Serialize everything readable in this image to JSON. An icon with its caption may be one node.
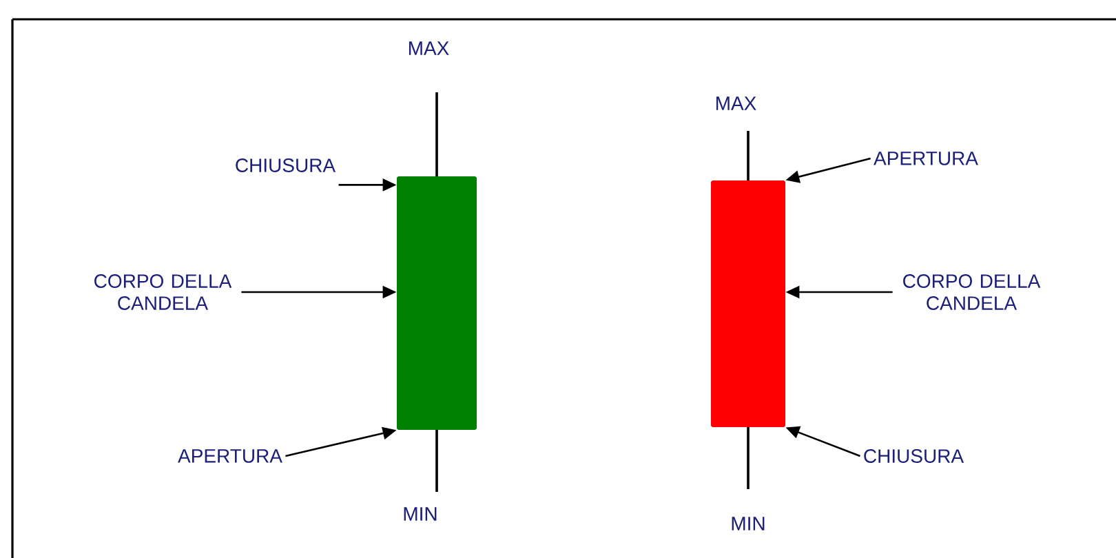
{
  "diagram": {
    "nodes": [
      {
        "text": [],
        "shape": "bar"
      },
      {
        "text": [
          "CHIUSURA"
        ]
      },
      {
        "text": [
          "CORPO DELLA CANDELA"
        ]
      },
      {
        "text": [
          "APERTURA"
        ]
      },
      {
        "text": [],
        "shape": "bar"
      },
      {
        "text": [
          "APERTURA"
        ]
      },
      {
        "text": [
          "CORPO DELLA CANDELA"
        ]
      },
      {
        "text": [
          "CHIUSURA"
        ]
      }
    ],
    "edges": [
      {
        "from": 1,
        "to": 0,
        "arrow": "to"
      },
      {
        "from": 2,
        "to": 0,
        "arrow": "to"
      },
      {
        "from": 3,
        "to": 0,
        "arrow": "to"
      },
      {
        "from": 5,
        "to": 4,
        "arrow": "to"
      },
      {
        "from": 6,
        "to": 4,
        "arrow": "to"
      },
      {
        "from": 7,
        "to": 4,
        "arrow": "to"
      }
    ],
    "labels": [
      "MAX",
      "MAX",
      "MIN",
      "MIN"
    ]
  }
}
